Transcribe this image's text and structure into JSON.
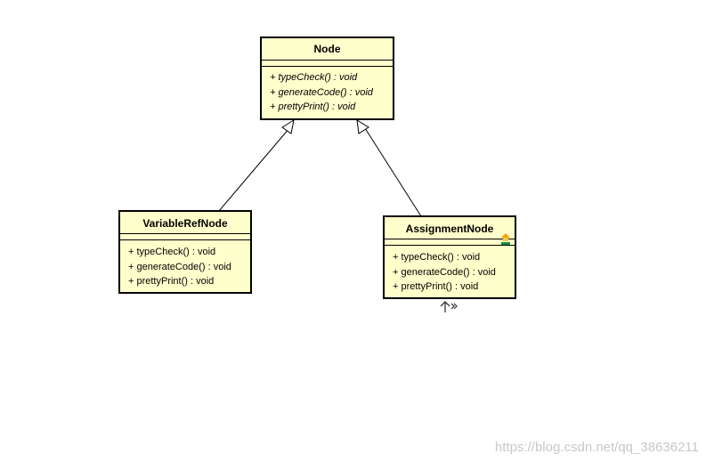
{
  "diagram": {
    "classes": [
      {
        "id": "node",
        "name": "Node",
        "abstract": true,
        "operations": [
          "+ typeCheck() : void",
          "+ generateCode() : void",
          "+ prettyPrint() : void"
        ]
      },
      {
        "id": "variableref",
        "name": "VariableRefNode",
        "abstract": false,
        "operations": [
          "+ typeCheck() : void",
          "+ generateCode() : void",
          "+ prettyPrint() : void"
        ]
      },
      {
        "id": "assignment",
        "name": "AssignmentNode",
        "abstract": false,
        "operations": [
          "+ typeCheck() : void",
          "+ generateCode() : void",
          "+ prettyPrint() : void"
        ]
      }
    ],
    "relations": [
      {
        "type": "generalization",
        "from": "VariableRefNode",
        "to": "Node"
      },
      {
        "type": "generalization",
        "from": "AssignmentNode",
        "to": "Node"
      }
    ],
    "colors": {
      "class_fill": "#ffffcc",
      "border": "#000000"
    },
    "icons": {
      "marker": "pin-marker-icon",
      "nav": "navigate-up-icon"
    }
  },
  "watermark": "https://blog.csdn.net/qq_38636211"
}
